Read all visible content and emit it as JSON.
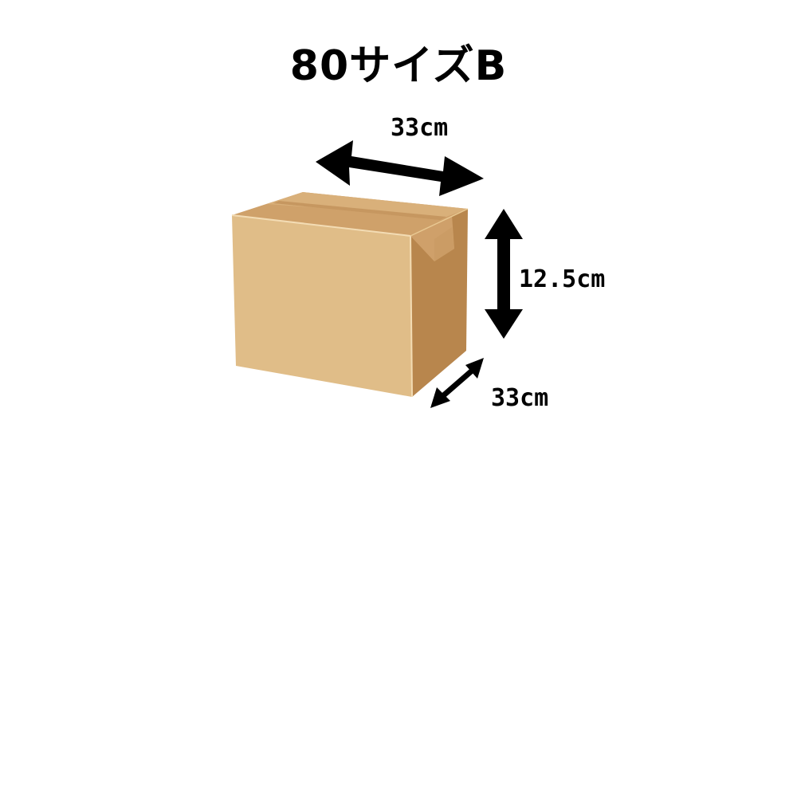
{
  "title": "80サイズB",
  "dimensions": {
    "width": "33cm",
    "height": "12.5cm",
    "depth": "33cm"
  },
  "colors": {
    "front": "#e0bd88",
    "side": "#b8864d",
    "top": "#cfa16a",
    "top_flap": "#d6ab73",
    "tape": "#cfa06a",
    "edge": "#f3dcb4",
    "arrow": "#000000"
  }
}
